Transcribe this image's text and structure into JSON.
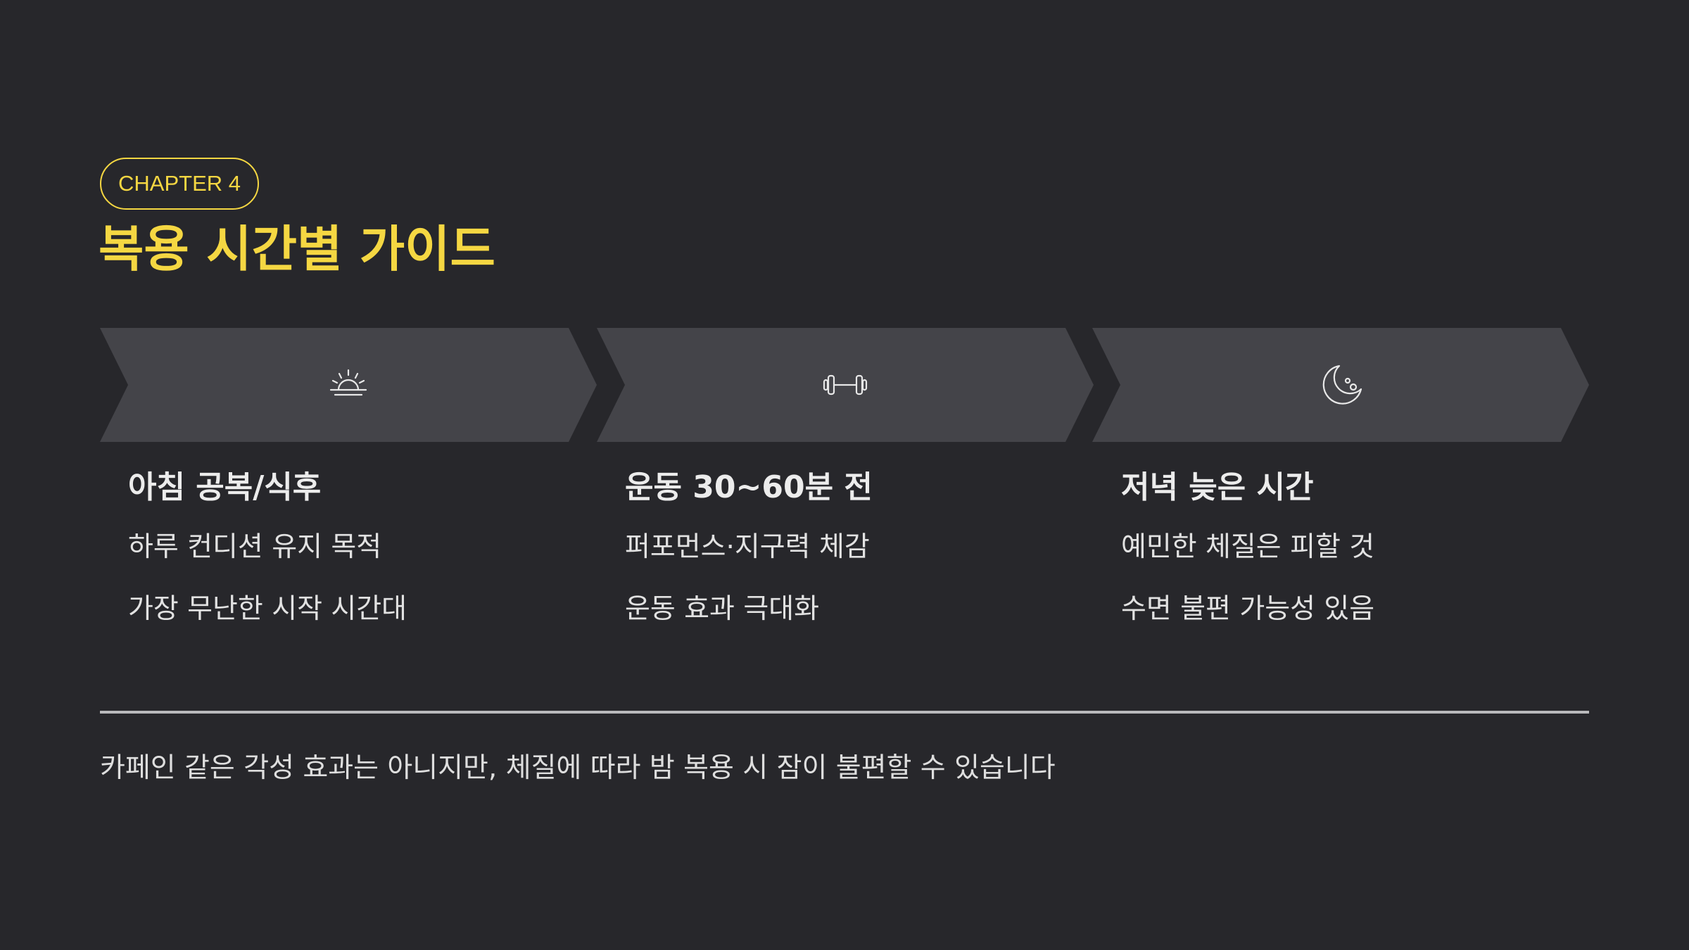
{
  "header": {
    "chapter_label": "CHAPTER 4",
    "title": "복용 시간별 가이드"
  },
  "steps": [
    {
      "icon": "sunrise-icon",
      "title": "아침 공복/식후",
      "lines": [
        "하루 컨디션 유지 목적",
        "가장 무난한 시작 시간대"
      ]
    },
    {
      "icon": "dumbbell-icon",
      "title": "운동 30~60분 전",
      "lines": [
        "퍼포먼스·지구력 체감",
        "운동 효과 극대화"
      ]
    },
    {
      "icon": "moon-icon",
      "title": "저녁 늦은 시간",
      "lines": [
        "예민한 체질은 피할 것",
        "수면 불편 가능성 있음"
      ]
    }
  ],
  "footer": {
    "note": "카페인 같은 각성 효과는 아니지만, 체질에 따라 밤 복용 시 잠이 불편할 수 있습니다"
  },
  "colors": {
    "background": "#27272b",
    "accent": "#f5d742",
    "chevron": "#444449",
    "text": "#e6e6e6",
    "divider": "#b9b9bc"
  }
}
